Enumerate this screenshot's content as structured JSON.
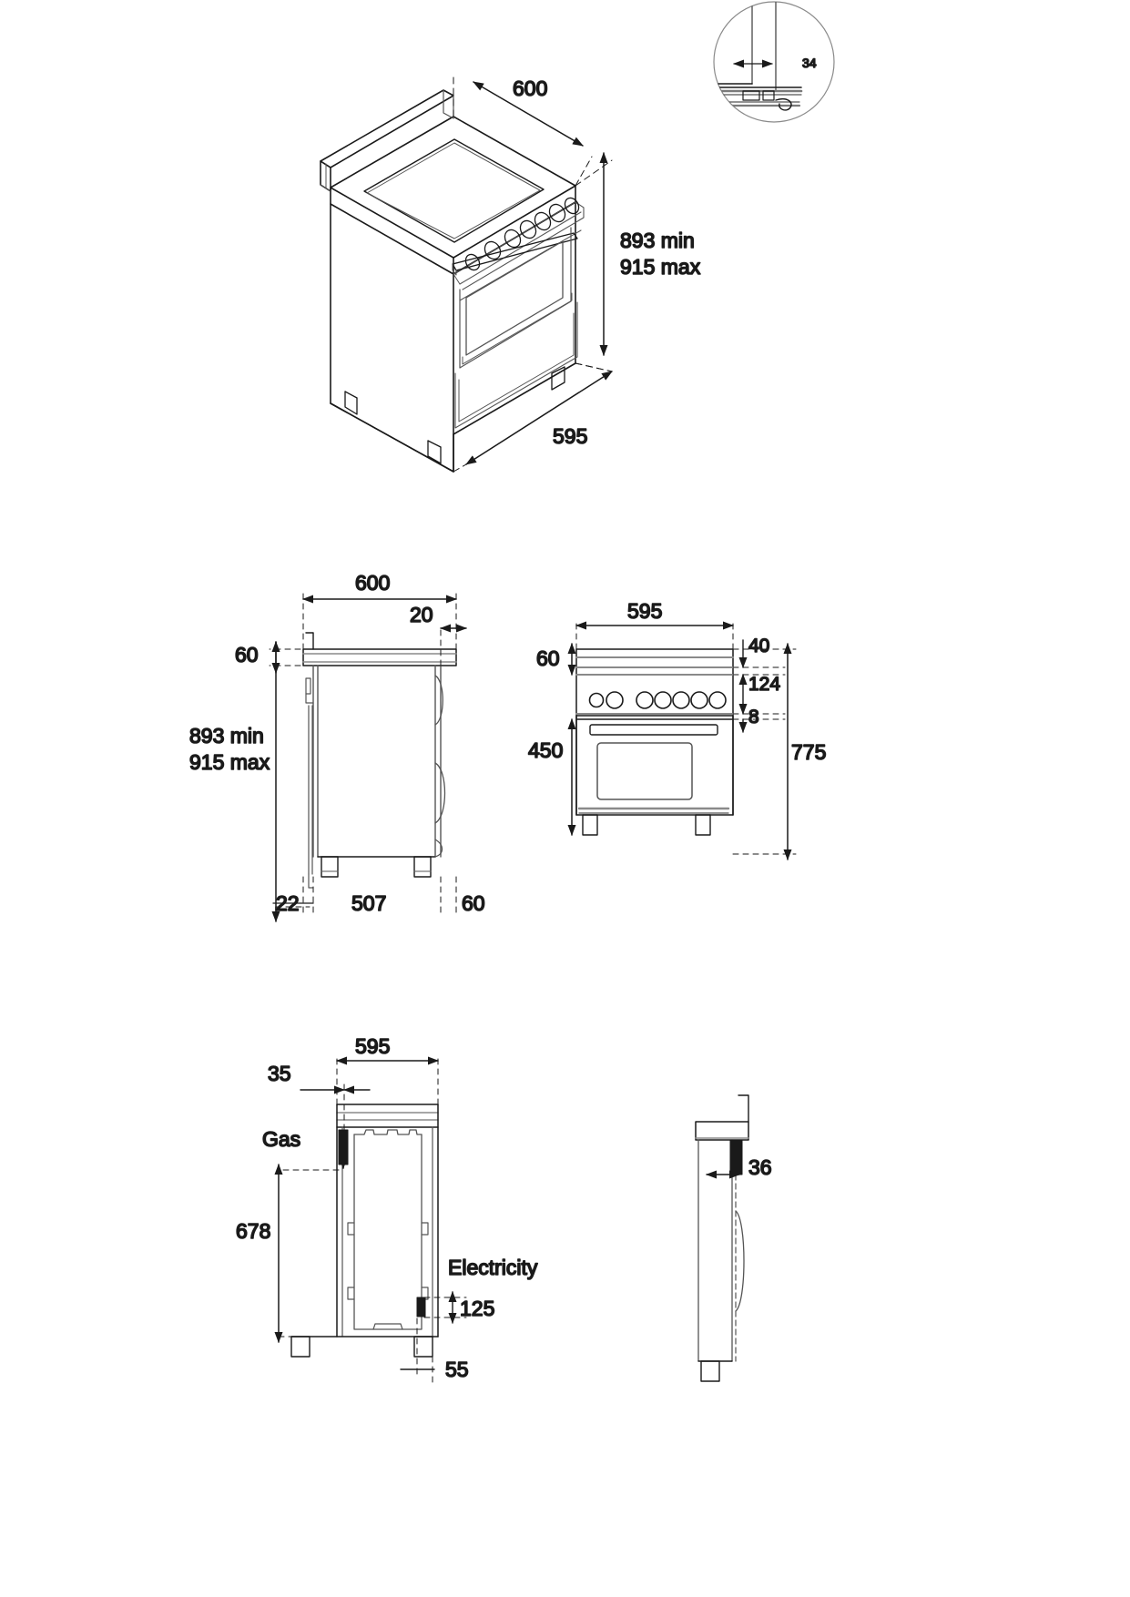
{
  "document": {
    "type": "technical-dimension-drawing",
    "subject": "Freestanding cooker / range installation dimensions",
    "units": "mm",
    "background_color": "#ffffff",
    "line_color": "#1a1a1a",
    "secondary_line_color": "#7a7a7a"
  },
  "views": {
    "isometric": {
      "name": "isometric-view",
      "dimensions": {
        "width_top": "600",
        "height_range_line1": "893 min",
        "height_range_line2": "915 max",
        "depth_bottom": "595"
      }
    },
    "detail_circle": {
      "name": "detail-callout",
      "dimensions": {
        "gap": "34"
      }
    },
    "side": {
      "name": "side-view",
      "dimensions": {
        "depth_total": "600",
        "rear_overhang": "20",
        "backguard_height": "60",
        "height_range_line1": "893 min",
        "height_range_line2": "915 max",
        "front_offset": "22",
        "body_depth": "507",
        "rear_offset": "60"
      }
    },
    "front": {
      "name": "front-view",
      "dimensions": {
        "width_total": "595",
        "backguard_height": "60",
        "panel_top_offset": "40",
        "panel_height": "124",
        "panel_gap": "8",
        "door_height": "450",
        "body_height": "775"
      },
      "knob_count": 7
    },
    "bottom_connections": {
      "name": "rear-connections-view",
      "dimensions": {
        "width_total": "595",
        "left_offset": "35",
        "gas_label": "Gas",
        "gas_height": "678",
        "electricity_label": "Electricity",
        "electricity_height": "125",
        "electricity_offset": "55"
      }
    },
    "side_connections": {
      "name": "side-connections-view",
      "dimensions": {
        "connector_offset": "36"
      }
    }
  }
}
